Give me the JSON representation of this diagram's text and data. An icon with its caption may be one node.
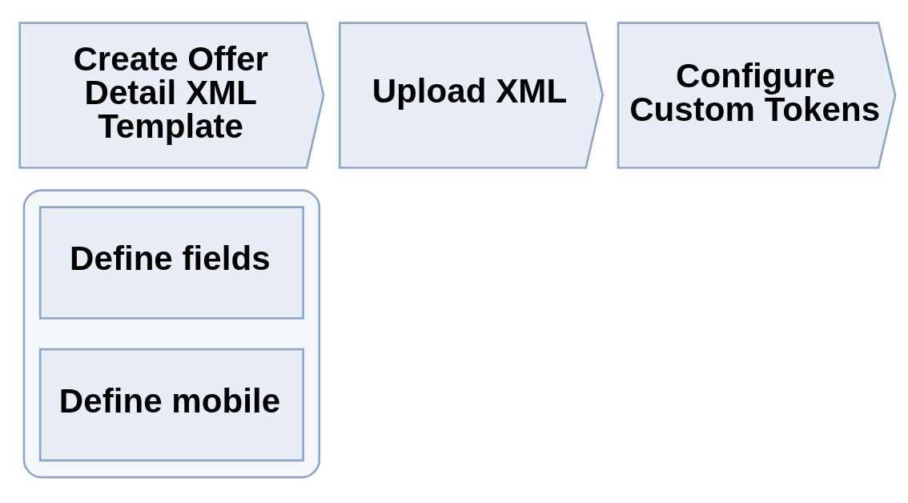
{
  "diagram": {
    "nodes": [
      {
        "text": [
          "Create Offer Detail XML Template"
        ]
      },
      {
        "text": [
          "Upload XML"
        ]
      },
      {
        "text": [
          "Configure Custom Tokens"
        ]
      },
      {
        "text": [],
        "shape": "box"
      },
      {
        "text": [
          "Define fields"
        ],
        "in": 3
      },
      {
        "text": [
          "Define mobile"
        ],
        "in": 3
      }
    ]
  }
}
